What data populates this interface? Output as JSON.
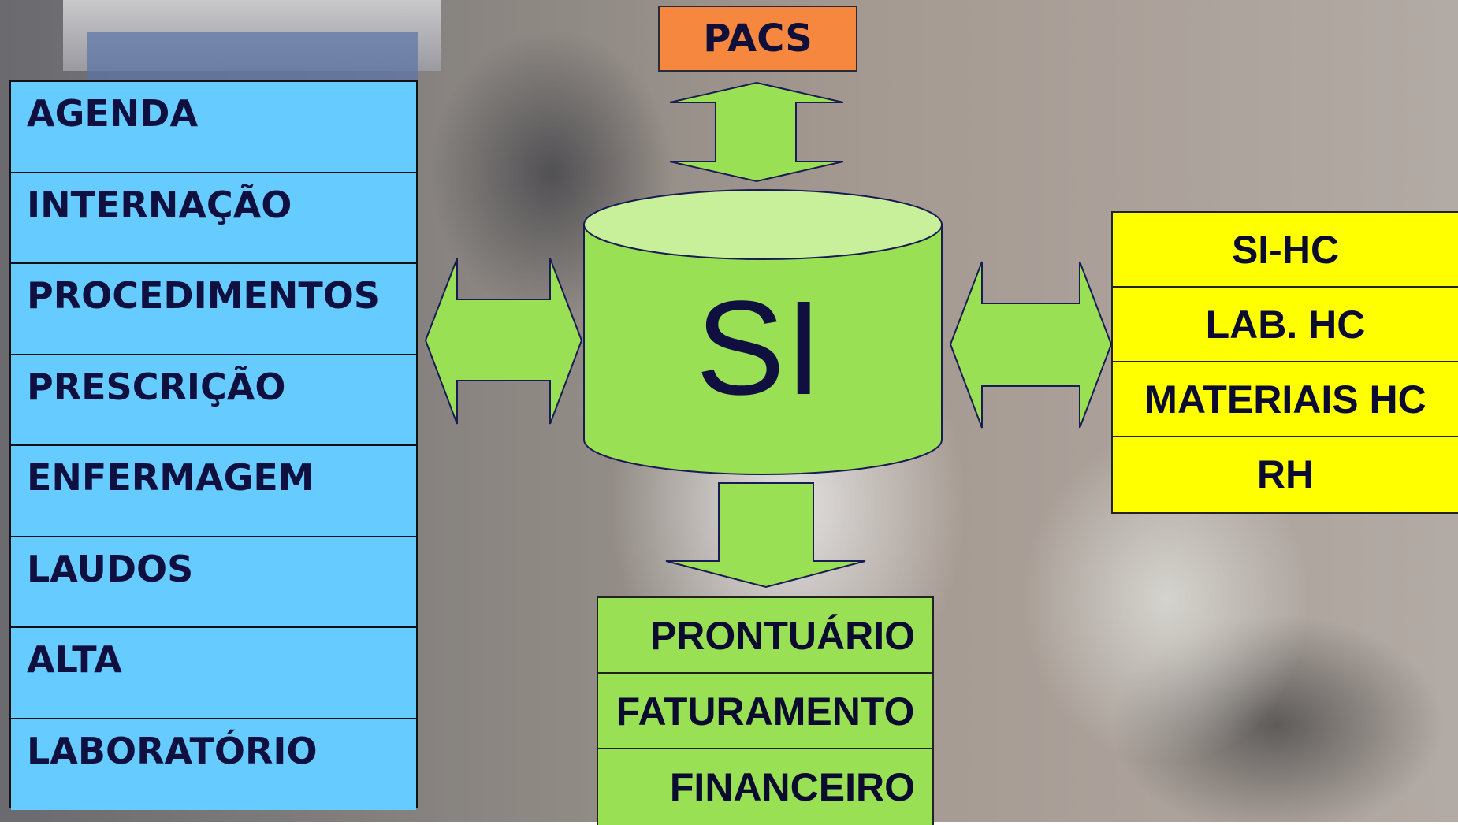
{
  "left_modules": [
    "AGENDA",
    "INTERNAÇÃO",
    "PROCEDIMENTOS",
    "PRESCRIÇÃO",
    "ENFERMAGEM",
    "LAUDOS",
    "ALTA",
    "LABORATÓRIO"
  ],
  "top_module": "PACS",
  "center_label": "SI",
  "right_modules": [
    "SI-HC",
    "LAB. HC",
    "MATERIAIS HC",
    "RH"
  ],
  "bottom_modules": [
    "PRONTUÁRIO",
    "FATURAMENTO",
    "FINANCEIRO"
  ],
  "colors": {
    "left_box": "#66ccff",
    "top_box": "#f5883e",
    "right_box": "#ffff00",
    "bottom_box": "#99e055",
    "arrow": "#99e055",
    "cylinder": "#99e055",
    "cylinder_top": "#c8f09a",
    "text": "#101040"
  }
}
